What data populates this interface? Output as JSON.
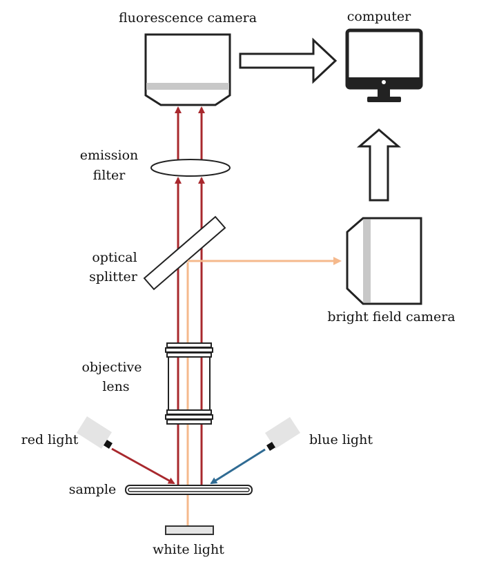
{
  "colors": {
    "red_beam": "#a8282d",
    "white_beam": "#f5b98c",
    "blue_beam": "#2f6b93",
    "outline": "#222222",
    "light_source": "#e4e4e4",
    "camera_window": "#c8c8c8"
  },
  "labels": {
    "fluorescence_camera": "fluorescence camera",
    "computer": "computer",
    "emission_filter_line1": "emission",
    "emission_filter_line2": "filter",
    "optical_splitter_line1": "optical",
    "optical_splitter_line2": "splitter",
    "bright_field_camera": "bright field camera",
    "objective_lens_line1": "objective",
    "objective_lens_line2": "lens",
    "red_light": "red light",
    "blue_light": "blue light",
    "sample": "sample",
    "white_light": "white light"
  },
  "icons": {
    "computer": "monitor-icon"
  }
}
